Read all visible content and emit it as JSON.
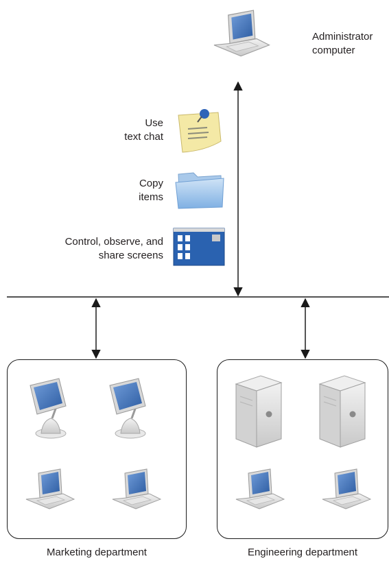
{
  "admin": {
    "line1": "Administrator",
    "line2": "computer"
  },
  "actions": [
    {
      "line1": "Use",
      "line2": "text chat",
      "icon": "sticky-note-icon"
    },
    {
      "line1": "Copy",
      "line2": "items",
      "icon": "folder-icon"
    },
    {
      "line1": "Control, observe, and",
      "line2": "share screens",
      "icon": "screen-sharing-icon"
    }
  ],
  "groups": [
    {
      "label": "Marketing department",
      "devices": [
        "imac-icon",
        "imac-icon",
        "laptop-icon",
        "laptop-icon"
      ]
    },
    {
      "label": "Engineering department",
      "devices": [
        "tower-icon",
        "tower-icon",
        "laptop-icon",
        "laptop-icon"
      ]
    }
  ],
  "colors": {
    "line": "#1a1a1a",
    "screen": "#3f6fb6",
    "note": "#f4e9a6",
    "folder": "#9cc3ea"
  }
}
